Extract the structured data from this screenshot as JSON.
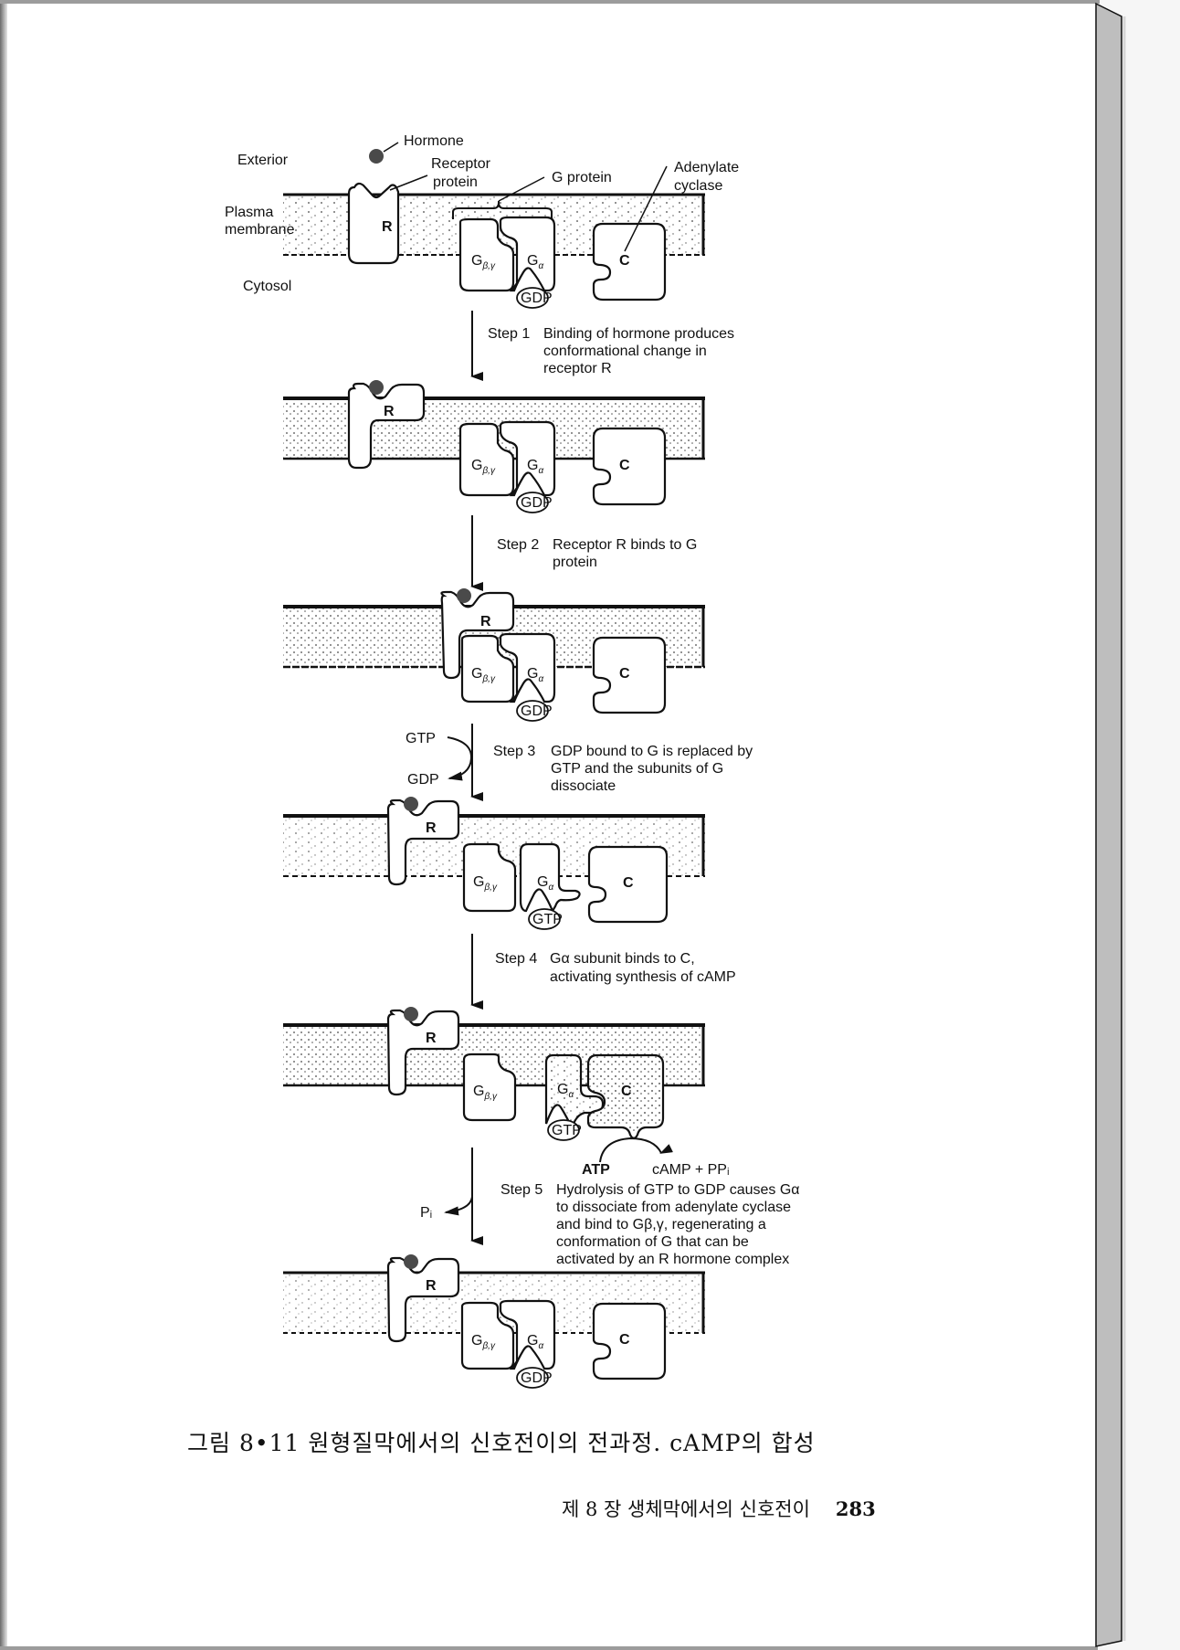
{
  "labels": {
    "exterior": "Exterior",
    "hormone": "Hormone",
    "receptor_protein_1": "Receptor",
    "receptor_protein_2": "protein",
    "g_protein": "G protein",
    "adenylate_1": "Adenylate",
    "adenylate_2": "cyclase",
    "plasma_1": "Plasma",
    "plasma_2": "membrane",
    "cytosol": "Cytosol",
    "R": "R",
    "C": "C",
    "G": "G",
    "beta_gamma": "β,γ",
    "alpha": "α",
    "GDP": "GDP",
    "GTP": "GTP",
    "ATP": "ATP",
    "cAMP": "cAMP + PPᵢ",
    "Pi": "Pᵢ"
  },
  "steps": [
    {
      "label": "Step 1",
      "lines": [
        "Binding of hormone produces",
        "conformational change in",
        "receptor R"
      ]
    },
    {
      "label": "Step 2",
      "lines": [
        "Receptor R binds to G",
        "protein"
      ]
    },
    {
      "label": "Step 3",
      "lines": [
        "GDP bound to G is replaced by",
        "GTP and the subunits of G",
        "dissociate"
      ]
    },
    {
      "label": "Step 4",
      "lines": [
        "Gα subunit binds to C,",
        "activating synthesis of cAMP"
      ]
    },
    {
      "label": "Step 5",
      "lines": [
        "Hydrolysis of GTP to GDP causes Gα",
        "to dissociate from adenylate cyclase",
        "and bind to Gβ,γ, regenerating a",
        "conformation of G that can be",
        "activated by an R hormone complex"
      ]
    }
  ],
  "step3_side": {
    "in": "GTP",
    "out": "GDP"
  },
  "step5_side": {
    "out": "Pᵢ"
  },
  "caption": "그림 8•11  원형질막에서의 신호전이의 전과정. cAMP의 합성",
  "footer": {
    "chapter": "제 8 장   생체막에서의 신호전이",
    "page_number": "283"
  },
  "colors": {
    "ink": "#111111",
    "hormone": "#4a4a4a",
    "membrane_stipple": "#c8c8c8",
    "page": "#ffffff",
    "side_panel": "#bebebe"
  }
}
